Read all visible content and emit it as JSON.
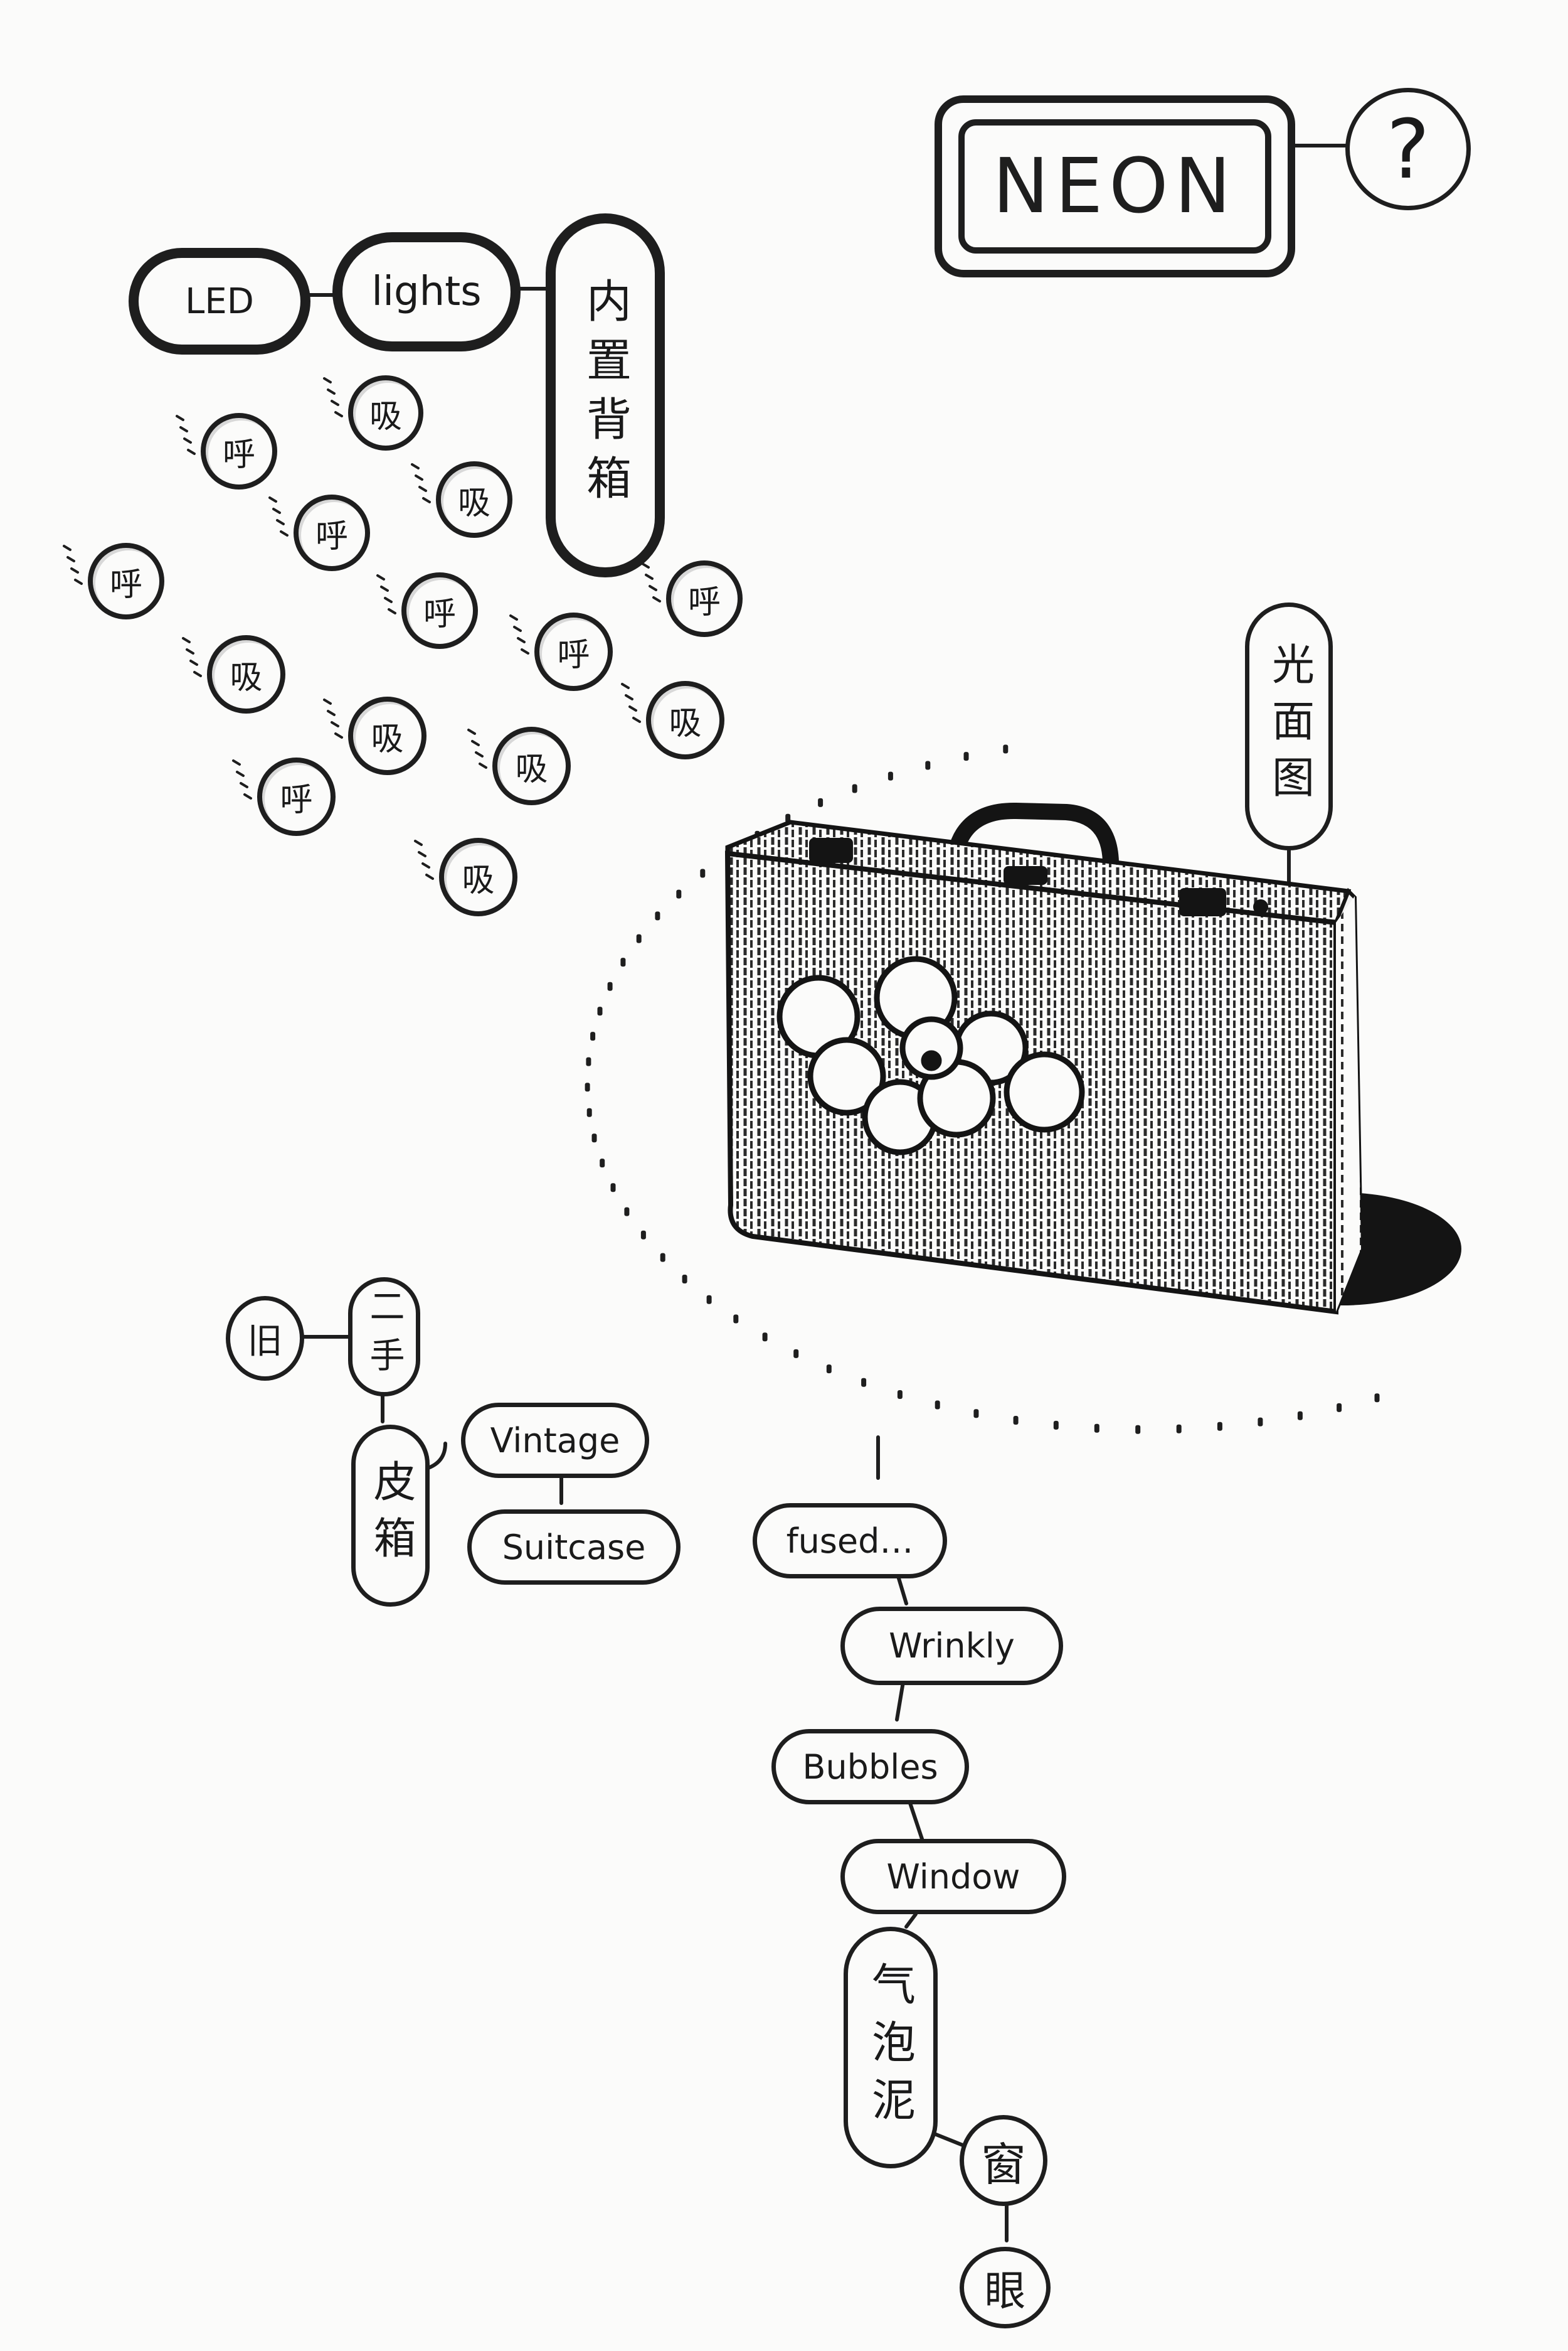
{
  "neon": {
    "label": "NEON",
    "question": "?"
  },
  "chain_top": {
    "led": "LED",
    "lights": "lights",
    "builtin": "内置背箱"
  },
  "breath": {
    "hu": "呼",
    "xi": "吸"
  },
  "suitcase_side": {
    "label": "光面图"
  },
  "left_cluster": {
    "old": "旧",
    "second_hand": "二手",
    "leather_box": "皮箱",
    "vintage": "Vintage",
    "suitcase": "Suitcase"
  },
  "bottom_chain": {
    "fused": "fused…",
    "wrinkly": "Wrinkly",
    "bubbles": "Bubbles",
    "window": "Window",
    "bubble_mud": "气泡泥",
    "window_cn": "窗",
    "eye": "眼"
  },
  "colors": {
    "ink": "#1e1e1e",
    "paper": "#fbfbfa"
  }
}
